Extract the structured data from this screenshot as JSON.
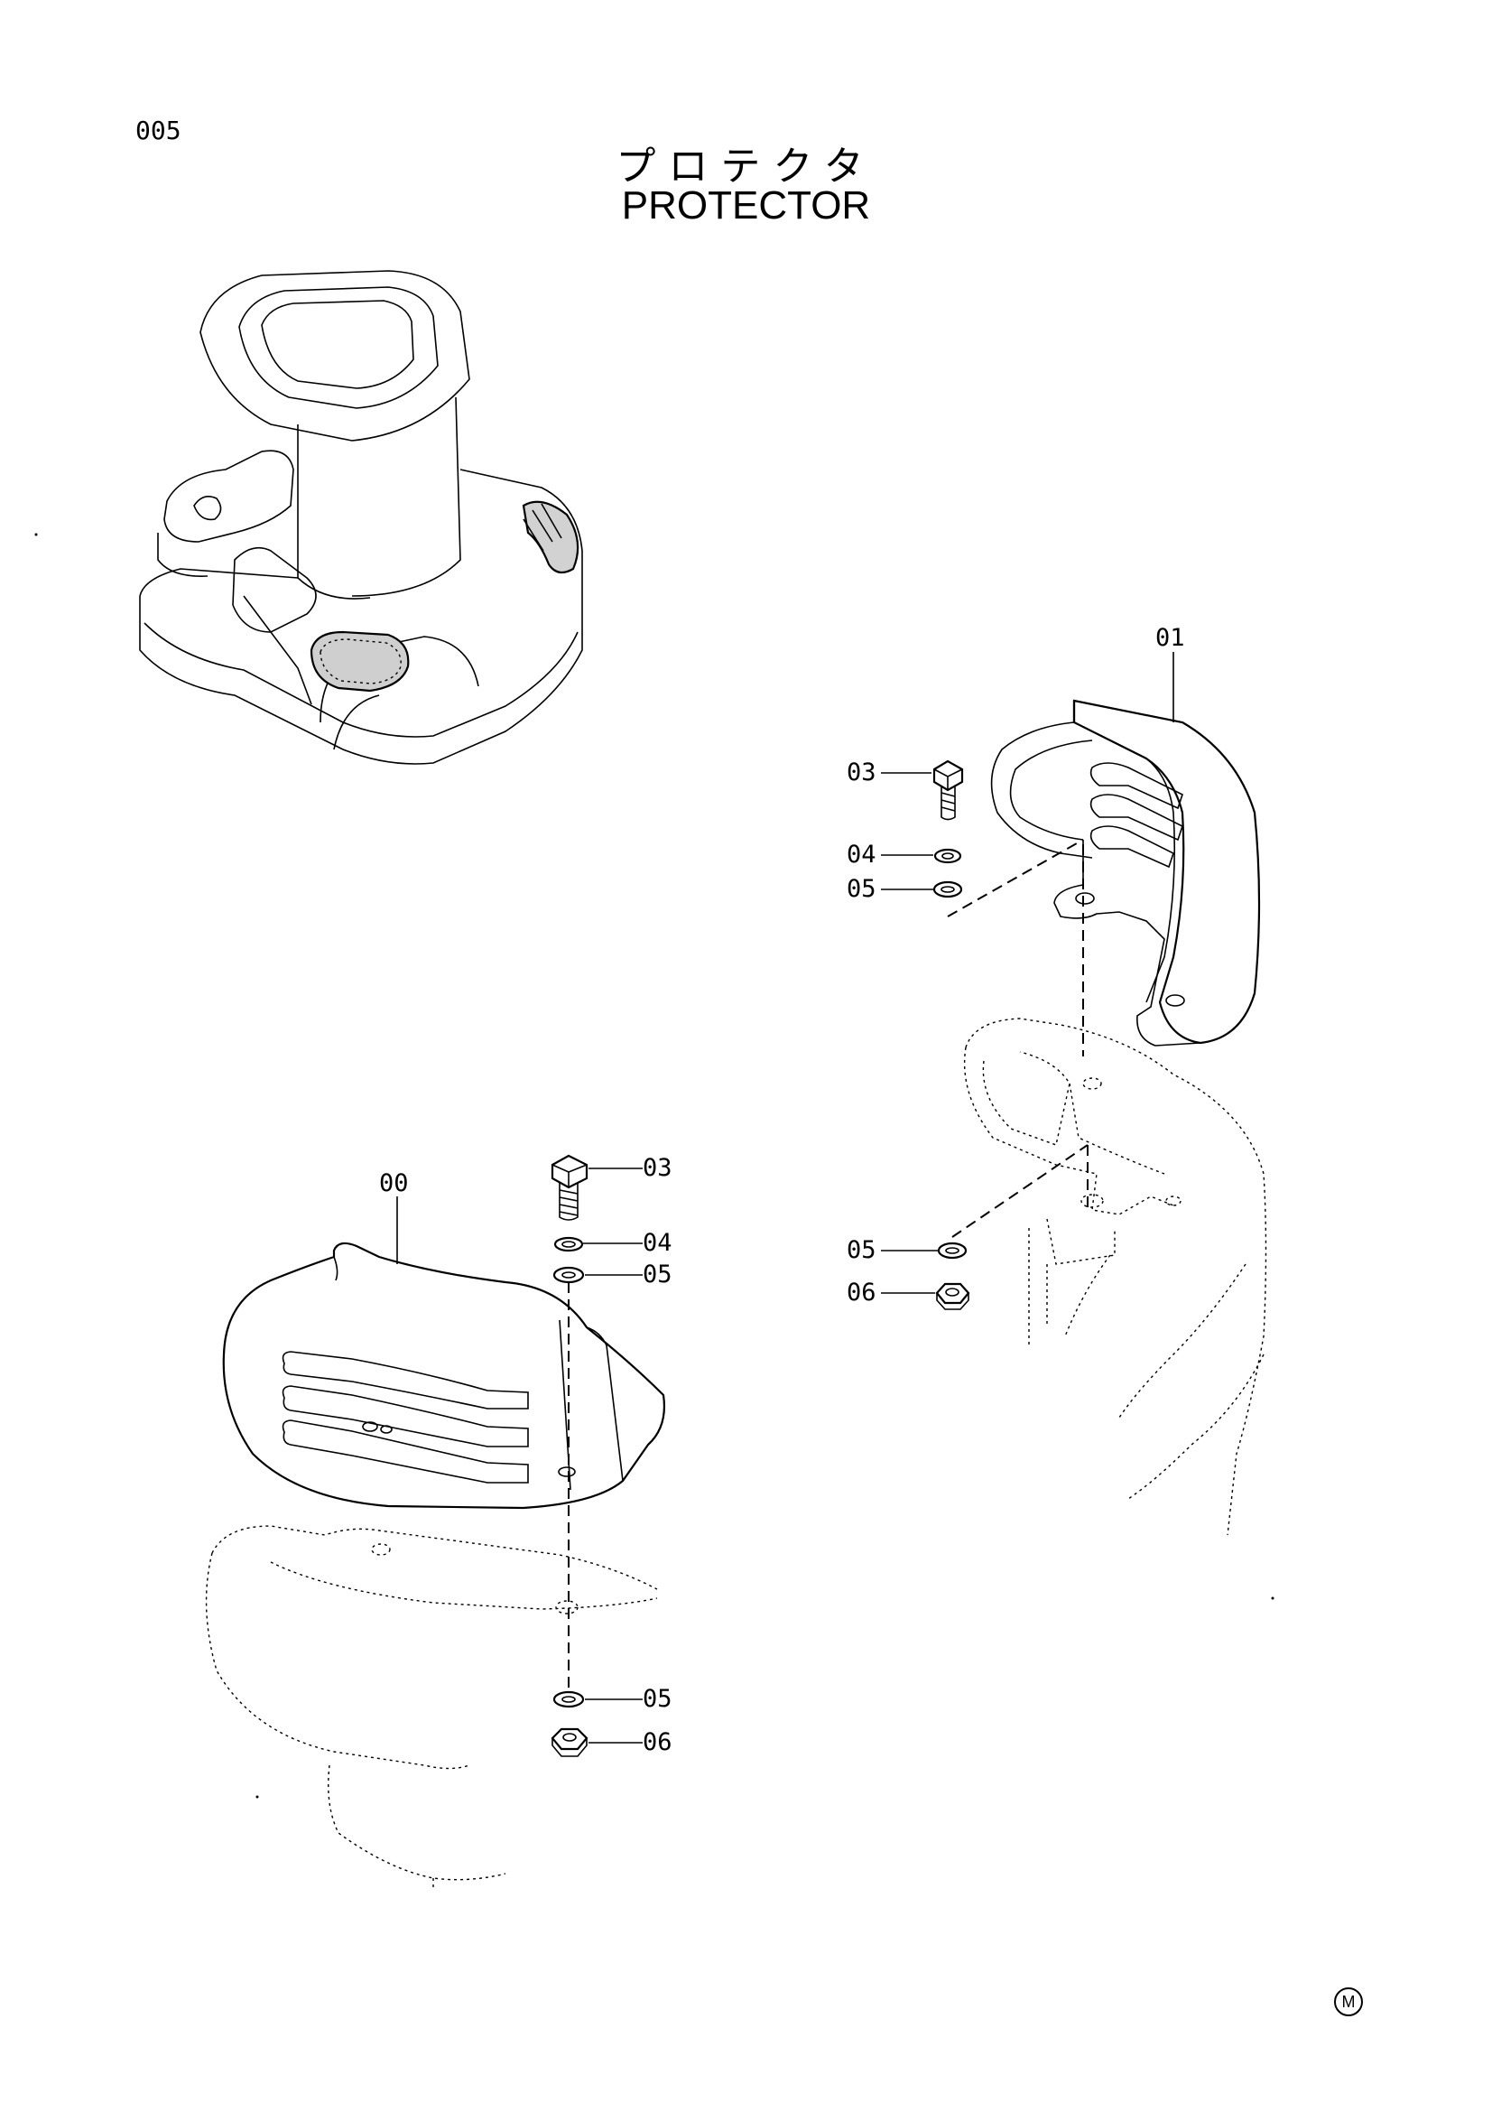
{
  "page": {
    "number": "005",
    "title_jp": "プロテクタ",
    "title_en": "PROTECTOR",
    "mark": "M"
  },
  "callouts": {
    "left": {
      "part_00": "00",
      "bolt_03": "03",
      "lockwasher_04": "04",
      "washer_05_upper": "05",
      "washer_05_lower": "05",
      "nut_06": "06"
    },
    "right": {
      "part_01": "01",
      "bolt_03": "03",
      "lockwasher_04": "04",
      "washer_05_upper": "05",
      "washer_05_lower": "05",
      "nut_06": "06"
    }
  },
  "icons": {
    "overview": "seat-assembly-overview-icon",
    "protector_left": "protector-cover-icon",
    "protector_right": "protector-cover-icon",
    "bolt": "bolt-icon",
    "lock_washer": "lock-washer-icon",
    "washer": "washer-icon",
    "nut": "hex-nut-icon"
  }
}
